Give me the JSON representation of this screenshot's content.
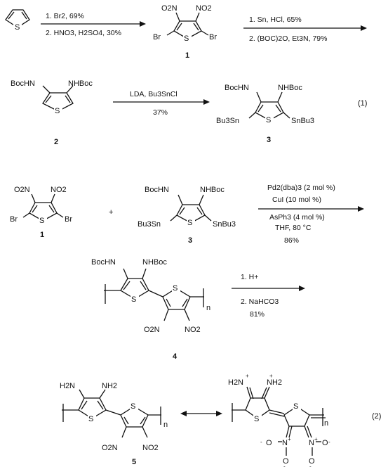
{
  "scheme1": {
    "start_ring_atom": "S",
    "step1": {
      "line1": "1. Br2, 69%",
      "line2": "2. HNO3, H2SO4, 30%"
    },
    "cmpd1": {
      "no2_left": "O2N",
      "no2_right": "NO2",
      "br_left": "Br",
      "br_right": "Br",
      "s": "S",
      "num": "1"
    },
    "step2": {
      "line1": "1. Sn, HCl, 65%",
      "line2": "2. (BOC)2O, Et3N, 79%"
    },
    "cmpd2": {
      "sub_left": "BocHN",
      "sub_right": "NHBoc",
      "s": "S",
      "num": "2"
    },
    "step3": {
      "line1": "LDA, Bu3SnCl",
      "line2": "37%"
    },
    "cmpd3": {
      "sub_left": "BocHN",
      "sub_right": "NHBoc",
      "sn_left": "Bu3Sn",
      "sn_right": "SnBu3",
      "s": "S",
      "num": "3"
    },
    "eq": "(1)"
  },
  "scheme2": {
    "r1": {
      "no2_left": "O2N",
      "no2_right": "NO2",
      "br_left": "Br",
      "br_right": "Br",
      "s": "S",
      "num": "1"
    },
    "plus": "+",
    "r2": {
      "sub_left": "BocHN",
      "sub_right": "NHBoc",
      "sn_left": "Bu3Sn",
      "sn_right": "SnBu3",
      "s": "S",
      "num": "3"
    },
    "cond": {
      "line1": "Pd2(dba)3 (2 mol %)",
      "line2": "CuI (10 mol %)",
      "line3": "AsPh3 (4 mol %)",
      "line4": "THF, 80 °C",
      "line5": "86%"
    },
    "poly4": {
      "sub_left": "BocHN",
      "sub_right": "NHBoc",
      "no2_left": "O2N",
      "no2_right": "NO2",
      "s": "S",
      "n": "n",
      "num": "4"
    },
    "step": {
      "line1": "1. H+",
      "line2": "2. NaHCO3",
      "line3": "81%"
    },
    "poly5": {
      "nh2_left": "H2N",
      "nh2_right": "NH2",
      "no2_left": "O2N",
      "no2_right": "NO2",
      "s": "S",
      "n": "n",
      "num": "5"
    },
    "res": {
      "n_left": "H2N",
      "n_right": "NH2",
      "plus": "+",
      "o_minus": "O",
      "o_neg": "-",
      "n_plus": "N",
      "s": "S",
      "n": "n"
    },
    "eq": "(2)"
  }
}
